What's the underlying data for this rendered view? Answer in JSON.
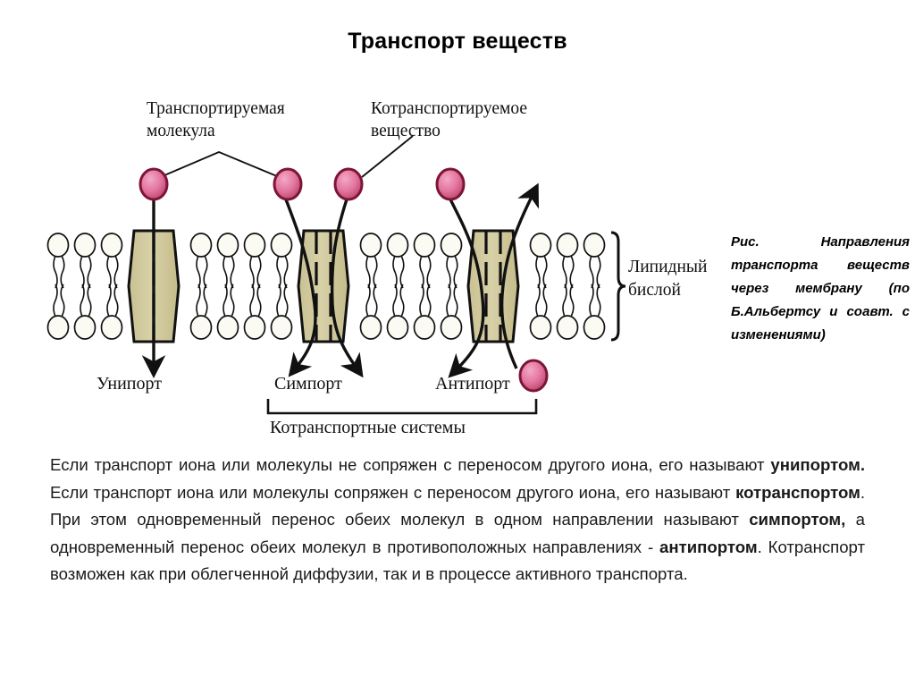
{
  "page": {
    "title": "Транспорт веществ"
  },
  "figure": {
    "labels": {
      "transported_molecule": "Транспортируемая\nмолекула",
      "transported_molecule_line1": "Транспортируемая",
      "transported_molecule_line2": "молекула",
      "cotransported_substance_line1": "Котранспортируемое",
      "cotransported_substance_line2": "вещество",
      "lipid_bilayer_line1": "Липидный",
      "lipid_bilayer_line2": "бислой",
      "uniport": "Унипорт",
      "symport": "Симпорт",
      "antiport": "Антипорт",
      "cotransport_systems": "Котранспортные системы"
    },
    "colors": {
      "molecule_fill": "#e3759f",
      "molecule_stroke": "#7c1536",
      "protein_fill": "#cfc79a",
      "protein_stroke": "#111111",
      "head_fill": "#fbfbf4",
      "head_stroke": "#111111",
      "ink": "#111111"
    },
    "counts": {
      "molecules": 5,
      "transport_proteins": 3
    }
  },
  "caption": {
    "text": "Рис. Направления транспорта веществ через мембрану (по Б.Альбертсу и соавт. с изменениями)"
  },
  "body": {
    "paragraph_parts": [
      {
        "t": "Если транспорт иона или молекулы не сопряжен с переносом другого иона, его называют ",
        "b": false
      },
      {
        "t": "унипортом.",
        "b": true
      },
      {
        "t": " Если транспорт иона или молекулы сопряжен с переносом другого иона, его называют ",
        "b": false
      },
      {
        "t": "котранспортом",
        "b": true
      },
      {
        "t": ". При этом одновременный перенос обеих молекул в одном направлении называют ",
        "b": false
      },
      {
        "t": "симпортом,",
        "b": true
      },
      {
        "t": " а одновременный перенос обеих молекул в противоположных направлениях - ",
        "b": false
      },
      {
        "t": "антипортом",
        "b": true
      },
      {
        "t": ". Котранспорт возможен как при облегченной диффузии, так и в процессе активного транспорта.",
        "b": false
      }
    ]
  }
}
